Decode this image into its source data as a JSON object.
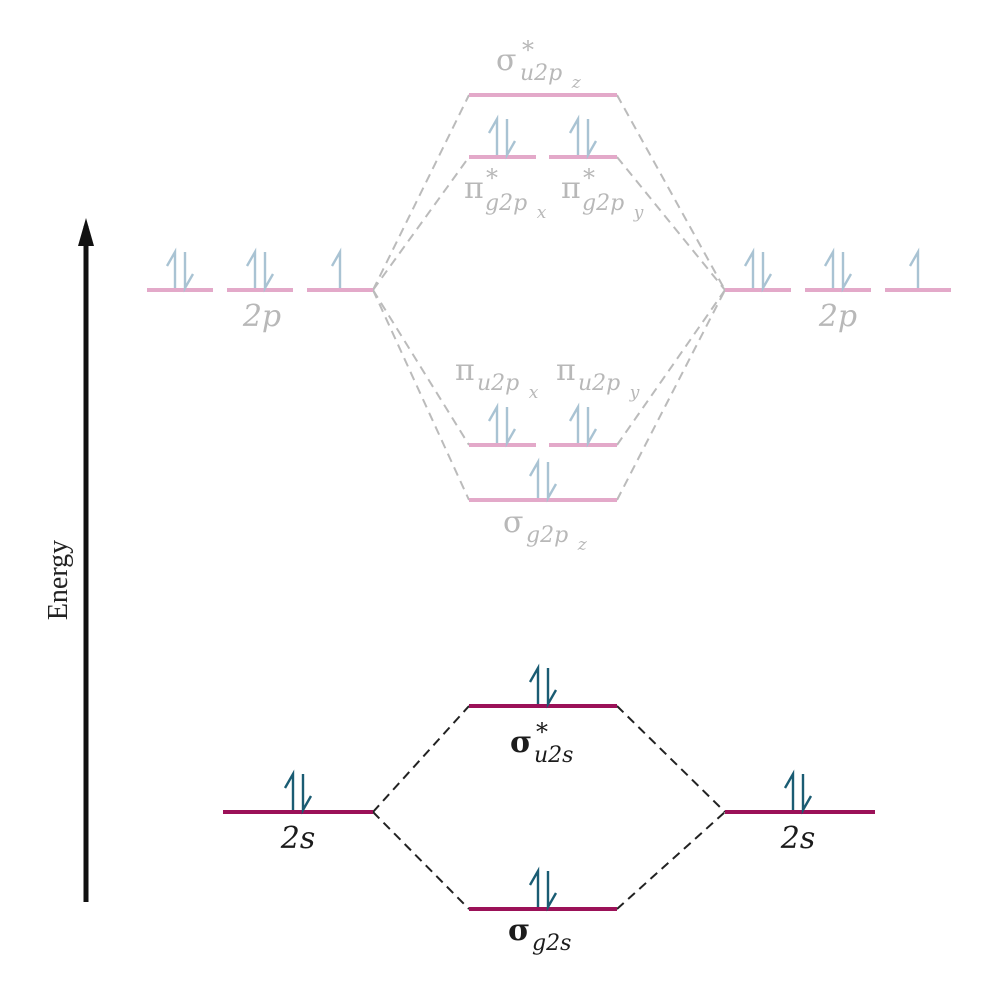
{
  "axis": {
    "label": "Energy"
  },
  "colors": {
    "level_faded": "#e3a9c9",
    "level_dark": "#9b1158",
    "electron_faded": "#a9c3d3",
    "electron_dark": "#1a5c73",
    "connector_faded": "#bbbbbb",
    "connector_dark": "#222222",
    "label_faded": "#b8b8b8",
    "label_dark": "#1c1c1c",
    "axis": "#111111"
  },
  "labels": {
    "left_2p": "2p",
    "right_2p": "2p",
    "left_2s": "2s",
    "right_2s": "2s",
    "sigma_star_2pz": {
      "main": "σ",
      "sup": "*",
      "sub": "u2p",
      "subsub": "z"
    },
    "pi_star_2px": {
      "main": "π",
      "sup": "*",
      "sub": "g2p",
      "subsub": "x"
    },
    "pi_star_2py": {
      "main": "π",
      "sup": "*",
      "sub": "g2p",
      "subsub": "y"
    },
    "pi_2px": {
      "main": "π",
      "sub": "u2p",
      "subsub": "x"
    },
    "pi_2py": {
      "main": "π",
      "sub": "u2p",
      "subsub": "y"
    },
    "sigma_2pz": {
      "main": "σ",
      "sub": "g2p",
      "subsub": "z"
    },
    "sigma_star_2s": {
      "main": "σ",
      "sup": "*",
      "sub": "u2s"
    },
    "sigma_2s": {
      "main": "σ",
      "sub": "g2s"
    }
  },
  "occupancy": {
    "left_2p": [
      "paired",
      "paired",
      "up"
    ],
    "right_2p": [
      "paired",
      "paired",
      "up"
    ],
    "pi_star_2px": "paired",
    "pi_star_2py": "paired",
    "sigma_star_2pz": "empty",
    "pi_2px": "paired",
    "pi_2py": "paired",
    "sigma_2pz": "paired",
    "left_2s": "paired",
    "right_2s": "paired",
    "sigma_star_2s": "paired",
    "sigma_2s": "paired"
  }
}
